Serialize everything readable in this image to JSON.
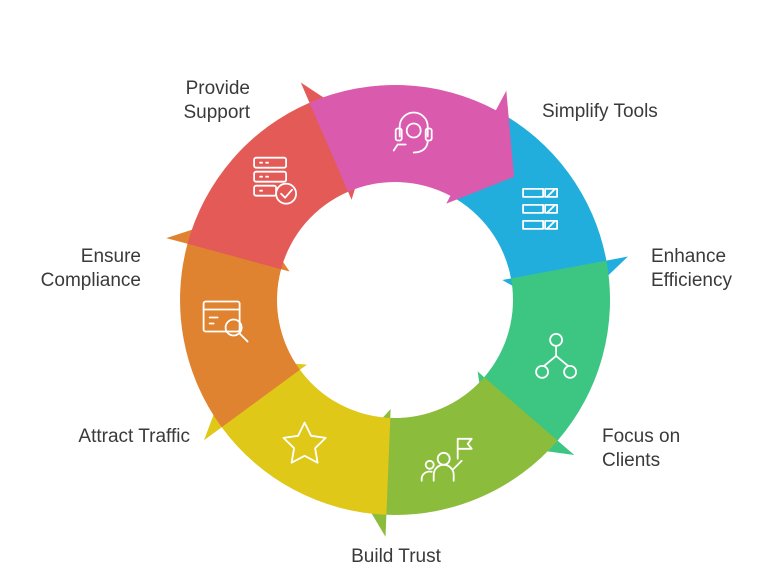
{
  "diagram": {
    "type": "cycle",
    "steps": [
      {
        "id": "simplify-tools",
        "label_lines": [
          "Simplify Tools"
        ],
        "color": "#22aedc",
        "icon": "list-icon"
      },
      {
        "id": "enhance-efficiency",
        "label_lines": [
          "Enhance",
          "Efficiency"
        ],
        "color": "#3cc682",
        "icon": "hierarchy-icon"
      },
      {
        "id": "focus-on-clients",
        "label_lines": [
          "Focus on",
          "Clients"
        ],
        "color": "#8cbc3c",
        "icon": "presenter-icon"
      },
      {
        "id": "build-trust",
        "label_lines": [
          "Build Trust"
        ],
        "color": "#dfc818",
        "icon": "star-icon"
      },
      {
        "id": "attract-traffic",
        "label_lines": [
          "Attract Traffic"
        ],
        "color": "#e08330",
        "icon": "search-window-icon"
      },
      {
        "id": "ensure-compliance",
        "label_lines": [
          "Ensure",
          "Compliance"
        ],
        "color": "#e35a57",
        "icon": "server-check-icon"
      },
      {
        "id": "provide-support",
        "label_lines": [
          "Provide",
          "Support"
        ],
        "color": "#da5aad",
        "icon": "headset-icon"
      }
    ]
  }
}
